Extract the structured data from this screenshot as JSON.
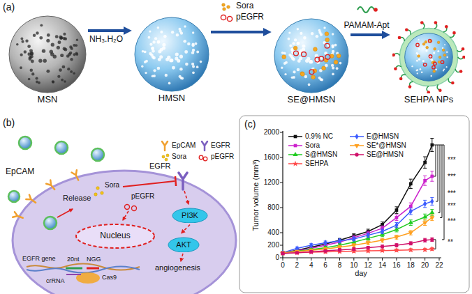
{
  "diagram": {
    "nodes": [
      {
        "text": [
          "MSN"
        ]
      },
      {
        "text": [
          "HMSN"
        ]
      },
      {
        "text": [
          "SE@HMSN"
        ]
      },
      {
        "text": [
          "SEHPA NPs"
        ]
      },
      {
        "text": [
          "Nucleus"
        ]
      },
      {
        "text": [
          "PI3K"
        ]
      },
      {
        "text": [
          "AKT"
        ]
      }
    ],
    "edges": [
      {
        "from": 0,
        "to": 1,
        "arrow": "to",
        "label": "NH₃.H₂O"
      },
      {
        "from": 1,
        "to": 2,
        "arrow": "to"
      },
      {
        "from": 2,
        "to": 3,
        "arrow": "to",
        "label": "PAMAM-Apt"
      },
      {
        "from": 5,
        "to": 6,
        "arrow": "to"
      }
    ],
    "labels": [
      "(a)",
      "Sora",
      "pEGFR",
      "(b)",
      "EpCAM",
      "EGFR",
      "Sora",
      "pEGFR",
      "EpCAM",
      "Release",
      "Sora",
      "pEGFR",
      "EGFR",
      "angiogenesis",
      "EGFR gene",
      "20nt",
      "NGG",
      "crRNA",
      "Cas9",
      "(c)",
      "Tumor volume (mm³)",
      "day",
      "0",
      "200",
      "400",
      "800",
      "1200",
      "1600",
      "2000",
      "0",
      "2",
      "4",
      "6",
      "8",
      "10",
      "12",
      "14",
      "16",
      "18",
      "20",
      "22",
      "***",
      "***",
      "***",
      "***",
      "***",
      "**"
    ],
    "legend": [
      {
        "text": "0.9% NC"
      },
      {
        "text": "Sora"
      },
      {
        "text": "S@HMSN"
      },
      {
        "text": "SEHPA"
      },
      {
        "text": "E@HMSN"
      },
      {
        "text": "SE*@HMSN"
      },
      {
        "text": "SE@HMSN"
      }
    ]
  }
}
